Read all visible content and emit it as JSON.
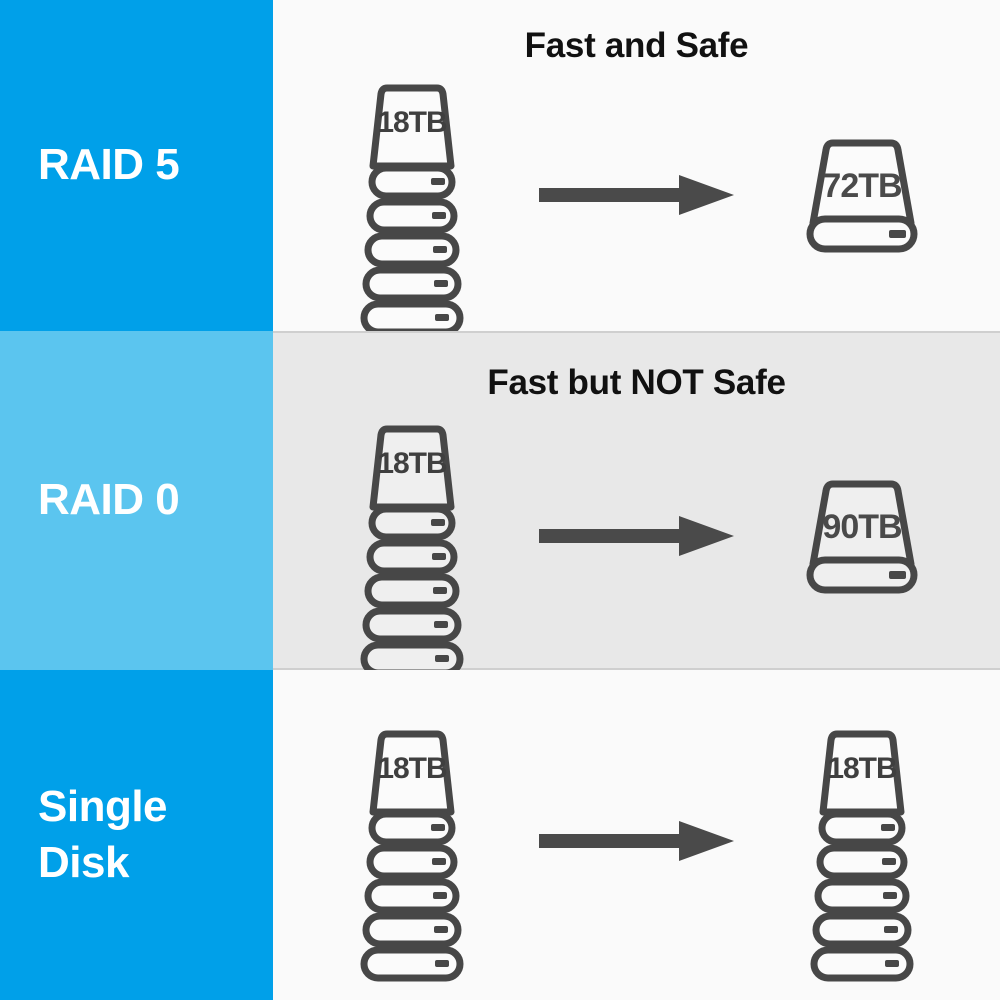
{
  "diagram": {
    "title": "RAID comparison: RAID 5, RAID 0, Single Disk",
    "colors": {
      "blue_dark": "#00a0e9",
      "blue_light": "#5bc5ef",
      "panel_white": "#fafafa",
      "panel_gray": "#e8e8e8",
      "icon_stroke": "#474747",
      "arrow": "#4a4a4a",
      "heading_text": "#111111",
      "label_text": "#ffffff"
    },
    "rows": [
      {
        "id": "raid-5",
        "label": "RAID 5",
        "label_bg": "#00a0e9",
        "panel_bg": "#fafafa",
        "heading": "Fast and Safe",
        "source": {
          "icon": "disk-stack-icon",
          "capacity": "18TB",
          "disk_count": 5
        },
        "arrow": "arrow-right-icon",
        "result": {
          "icon": "single-disk-icon",
          "capacity": "72TB"
        }
      },
      {
        "id": "raid-0",
        "label": "RAID 0",
        "label_bg": "#5bc5ef",
        "panel_bg": "#e8e8e8",
        "heading": "Fast but NOT Safe",
        "source": {
          "icon": "disk-stack-icon",
          "capacity": "18TB",
          "disk_count": 5
        },
        "arrow": "arrow-right-icon",
        "result": {
          "icon": "single-disk-icon",
          "capacity": "90TB"
        }
      },
      {
        "id": "single-disk",
        "label": "Single\nDisk",
        "label_bg": "#00a0e9",
        "panel_bg": "#fafafa",
        "heading": "",
        "source": {
          "icon": "disk-stack-icon",
          "capacity": "18TB",
          "disk_count": 5
        },
        "arrow": "arrow-right-icon",
        "result": {
          "icon": "disk-stack-icon",
          "capacity": "18TB",
          "disk_count": 5
        }
      }
    ]
  }
}
